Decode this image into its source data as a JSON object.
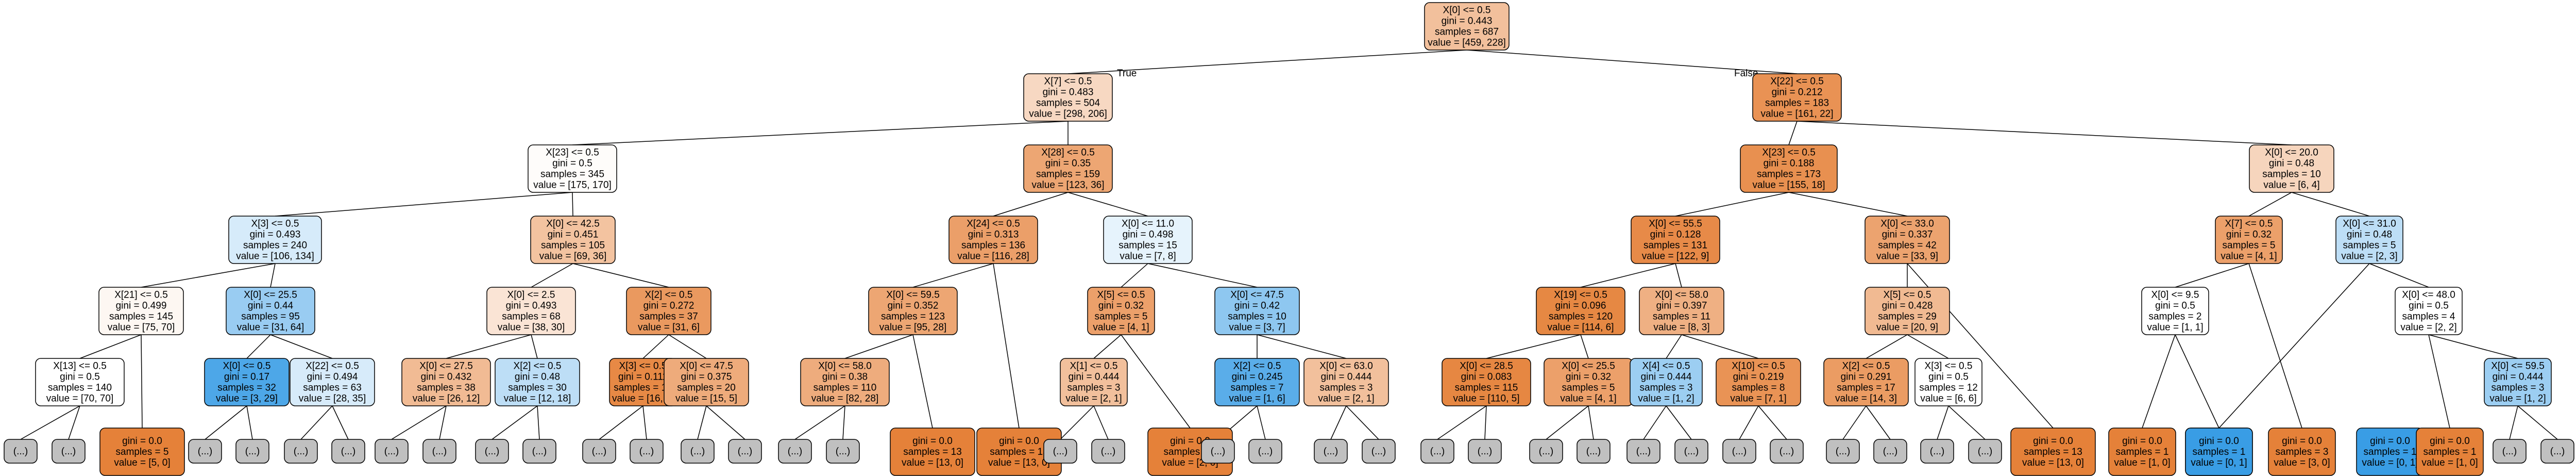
{
  "colors": {
    "leaf_orange": "#e58139",
    "leaf_blue": "#399de5",
    "ellipsis_gray": "#c0c0c0",
    "edge": "#000000",
    "border": "#000000"
  },
  "edge_labels": {
    "true_label": "True",
    "false_label": "False"
  },
  "nodes": [
    {
      "id": "n0",
      "lines": [
        "X[0] <= 0.5",
        "gini = 0.443",
        "samples = 687",
        "value = [459, 228]"
      ],
      "fill": "#f2c09c"
    },
    {
      "id": "n1",
      "lines": [
        "X[7] <= 0.5",
        "gini = 0.483",
        "samples = 504",
        "value = [298, 206]"
      ],
      "fill": "#f7d8c2"
    },
    {
      "id": "n2",
      "lines": [
        "X[22] <= 0.5",
        "gini = 0.212",
        "samples = 183",
        "value = [161, 22]"
      ],
      "fill": "#e99254"
    },
    {
      "id": "n3",
      "lines": [
        "X[23] <= 0.5",
        "gini = 0.5",
        "samples = 345",
        "value = [175, 170]"
      ],
      "fill": "#fefcfa"
    },
    {
      "id": "n4",
      "lines": [
        "X[28] <= 0.5",
        "gini = 0.35",
        "samples = 159",
        "value = [123, 36]"
      ],
      "fill": "#eda673"
    },
    {
      "id": "n5",
      "lines": [
        "X[23] <= 0.5",
        "gini = 0.188",
        "samples = 173",
        "value = [155, 18]"
      ],
      "fill": "#e89050"
    },
    {
      "id": "n6",
      "lines": [
        "X[0] <= 20.0",
        "gini = 0.48",
        "samples = 10",
        "value = [6, 4]"
      ],
      "fill": "#f6d5bd"
    },
    {
      "id": "n7",
      "lines": [
        "X[3] <= 0.5",
        "gini = 0.493",
        "samples = 240",
        "value = [106, 134]"
      ],
      "fill": "#d6ebfa"
    },
    {
      "id": "n8",
      "lines": [
        "X[0] <= 42.5",
        "gini = 0.451",
        "samples = 105",
        "value = [69, 36]"
      ],
      "fill": "#f3c3a0"
    },
    {
      "id": "n9",
      "lines": [
        "X[24] <= 0.5",
        "gini = 0.313",
        "samples = 136",
        "value = [116, 28]"
      ],
      "fill": "#eb9f69"
    },
    {
      "id": "n10",
      "lines": [
        "X[0] <= 11.0",
        "gini = 0.498",
        "samples = 15",
        "value = [7, 8]"
      ],
      "fill": "#e6f3fc"
    },
    {
      "id": "n11",
      "lines": [
        "X[0] <= 55.5",
        "gini = 0.128",
        "samples = 131",
        "value = [122, 9]"
      ],
      "fill": "#e78a48"
    },
    {
      "id": "n12",
      "lines": [
        "X[0] <= 33.0",
        "gini = 0.337",
        "samples = 42",
        "value = [33, 9]"
      ],
      "fill": "#eca36f"
    },
    {
      "id": "n13",
      "lines": [
        "X[7] <= 0.5",
        "gini = 0.32",
        "samples = 5",
        "value = [4, 1]"
      ],
      "fill": "#eca06a"
    },
    {
      "id": "n14",
      "lines": [
        "X[0] <= 31.0",
        "gini = 0.48",
        "samples = 5",
        "value = [2, 3]"
      ],
      "fill": "#bddef6"
    },
    {
      "id": "n15",
      "lines": [
        "X[21] <= 0.5",
        "gini = 0.499",
        "samples = 145",
        "value = [75, 70]"
      ],
      "fill": "#fdf7f2"
    },
    {
      "id": "n16",
      "lines": [
        "X[0] <= 25.5",
        "gini = 0.44",
        "samples = 95",
        "value = [31, 64]"
      ],
      "fill": "#99ccf2"
    },
    {
      "id": "n17",
      "lines": [
        "X[0] <= 2.5",
        "gini = 0.493",
        "samples = 68",
        "value = [38, 30]"
      ],
      "fill": "#fae4d5"
    },
    {
      "id": "n18",
      "lines": [
        "X[2] <= 0.5",
        "gini = 0.272",
        "samples = 37",
        "value = [31, 6]"
      ],
      "fill": "#ea995f"
    },
    {
      "id": "n19",
      "lines": [
        "X[0] <= 59.5",
        "gini = 0.352",
        "samples = 123",
        "value = [95, 28]"
      ],
      "fill": "#eda673"
    },
    {
      "id": "n20",
      "lines": [
        "leaf",
        "gini = 0.0",
        "samples = 13",
        "value = [13, 0]"
      ],
      "fill": "#e58139"
    },
    {
      "id": "n21",
      "lines": [
        "X[5] <= 0.5",
        "gini = 0.32",
        "samples = 5",
        "value = [4, 1]"
      ],
      "fill": "#eca06a"
    },
    {
      "id": "n22",
      "lines": [
        "X[0] <= 47.5",
        "gini = 0.42",
        "samples = 10",
        "value = [3, 7]"
      ],
      "fill": "#8ec7f0"
    },
    {
      "id": "n23",
      "lines": [
        "X[19] <= 0.5",
        "gini = 0.096",
        "samples = 120",
        "value = [114, 6]"
      ],
      "fill": "#e68843"
    },
    {
      "id": "n24",
      "lines": [
        "X[0] <= 58.0",
        "gini = 0.397",
        "samples = 11",
        "value = [8, 3]"
      ],
      "fill": "#efb083"
    },
    {
      "id": "n25",
      "lines": [
        "X[5] <= 0.5",
        "gini = 0.428",
        "samples = 29",
        "value = [20, 9]"
      ],
      "fill": "#f1ba92"
    },
    {
      "id": "n26",
      "lines": [
        "leaf",
        "gini = 0.0",
        "samples = 13",
        "value = [13, 0]"
      ],
      "fill": "#e58139"
    },
    {
      "id": "n27",
      "lines": [
        "X[0] <= 9.5",
        "gini = 0.5",
        "samples = 2",
        "value = [1, 1]"
      ],
      "fill": "#ffffff"
    },
    {
      "id": "n28",
      "lines": [
        "leaf",
        "gini = 0.0",
        "samples = 3",
        "value = [3, 0]"
      ],
      "fill": "#e58139"
    },
    {
      "id": "n29",
      "lines": [
        "leaf",
        "gini = 0.0",
        "samples = 1",
        "value = [0, 1]"
      ],
      "fill": "#399de5"
    },
    {
      "id": "n30",
      "lines": [
        "X[0] <= 48.0",
        "gini = 0.5",
        "samples = 4",
        "value = [2, 2]"
      ],
      "fill": "#ffffff"
    },
    {
      "id": "n31",
      "lines": [
        "X[13] <= 0.5",
        "gini = 0.5",
        "samples = 140",
        "value = [70, 70]"
      ],
      "fill": "#ffffff"
    },
    {
      "id": "n32",
      "lines": [
        "leaf",
        "gini = 0.0",
        "samples = 5",
        "value = [5, 0]"
      ],
      "fill": "#e58139"
    },
    {
      "id": "n33",
      "lines": [
        "X[0] <= 0.5",
        "gini = 0.17",
        "samples = 32",
        "value = [3, 29]"
      ],
      "fill": "#4da7e8"
    },
    {
      "id": "n34",
      "lines": [
        "X[22] <= 0.5",
        "gini = 0.494",
        "samples = 63",
        "value = [28, 35]"
      ],
      "fill": "#d7ebfa"
    },
    {
      "id": "n35",
      "lines": [
        "X[0] <= 27.5",
        "gini = 0.432",
        "samples = 38",
        "value = [26, 12]"
      ],
      "fill": "#f1bb94"
    },
    {
      "id": "n36",
      "lines": [
        "X[2] <= 0.5",
        "gini = 0.48",
        "samples = 30",
        "value = [12, 18]"
      ],
      "fill": "#bddef6"
    },
    {
      "id": "n37",
      "lines": [
        "X[3] <= 0.5",
        "gini = 0.111",
        "samples = 17",
        "value = [16, 1]"
      ],
      "fill": "#e78945"
    },
    {
      "id": "n38",
      "lines": [
        "X[0] <= 47.5",
        "gini = 0.375",
        "samples = 20",
        "value = [15, 5]"
      ],
      "fill": "#eeab7b"
    },
    {
      "id": "n39",
      "lines": [
        "X[0] <= 58.0",
        "gini = 0.38",
        "samples = 110",
        "value = [82, 28]"
      ],
      "fill": "#eeac7d"
    },
    {
      "id": "n40",
      "lines": [
        "leaf",
        "gini = 0.0",
        "samples = 13",
        "value = [13, 0]"
      ],
      "fill": "#e58139"
    },
    {
      "id": "n41",
      "lines": [
        "X[1] <= 0.5",
        "gini = 0.444",
        "samples = 3",
        "value = [2, 1]"
      ],
      "fill": "#f2c09c"
    },
    {
      "id": "n42",
      "lines": [
        "leaf",
        "gini = 0.0",
        "samples = 2",
        "value = [2, 0]"
      ],
      "fill": "#e58139"
    },
    {
      "id": "n43",
      "lines": [
        "X[2] <= 0.5",
        "gini = 0.245",
        "samples = 7",
        "value = [1, 6]"
      ],
      "fill": "#5aade9"
    },
    {
      "id": "n44",
      "lines": [
        "X[0] <= 63.0",
        "gini = 0.444",
        "samples = 3",
        "value = [2, 1]"
      ],
      "fill": "#f2c09c"
    },
    {
      "id": "n45",
      "lines": [
        "X[0] <= 28.5",
        "gini = 0.083",
        "samples = 115",
        "value = [110, 5]"
      ],
      "fill": "#e68742"
    },
    {
      "id": "n46",
      "lines": [
        "X[0] <= 25.5",
        "gini = 0.32",
        "samples = 5",
        "value = [4, 1]"
      ],
      "fill": "#eca06a"
    },
    {
      "id": "n47",
      "lines": [
        "X[4] <= 0.5",
        "gini = 0.444",
        "samples = 3",
        "value = [1, 2]"
      ],
      "fill": "#9ccef2"
    },
    {
      "id": "n48",
      "lines": [
        "X[10] <= 0.5",
        "gini = 0.219",
        "samples = 8",
        "value = [7, 1]"
      ],
      "fill": "#e99355"
    },
    {
      "id": "n49",
      "lines": [
        "X[2] <= 0.5",
        "gini = 0.291",
        "samples = 17",
        "value = [14, 3]"
      ],
      "fill": "#eb9c63"
    },
    {
      "id": "n50",
      "lines": [
        "X[3] <= 0.5",
        "gini = 0.5",
        "samples = 12",
        "value = [6, 6]"
      ],
      "fill": "#ffffff"
    },
    {
      "id": "n51",
      "lines": [
        "leaf",
        "gini = 0.0",
        "samples = 1",
        "value = [1, 0]"
      ],
      "fill": "#e58139"
    },
    {
      "id": "n52",
      "lines": [
        "leaf",
        "gini = 0.0",
        "samples = 1",
        "value = [0, 1]"
      ],
      "fill": "#399de5"
    },
    {
      "id": "n53",
      "lines": [
        "leaf",
        "gini = 0.0",
        "samples = 1",
        "value = [0, 1]"
      ],
      "fill": "#399de5"
    },
    {
      "id": "n54",
      "lines": [
        "leaf",
        "gini = 0.0",
        "samples = 1",
        "value = [1, 0]"
      ],
      "fill": "#e58139"
    },
    {
      "id": "n55",
      "lines": [
        "X[0] <= 59.5",
        "gini = 0.444",
        "samples = 3",
        "value = [1, 2]"
      ],
      "fill": "#9ccef2"
    }
  ],
  "ellipsis_label": "(...)"
}
